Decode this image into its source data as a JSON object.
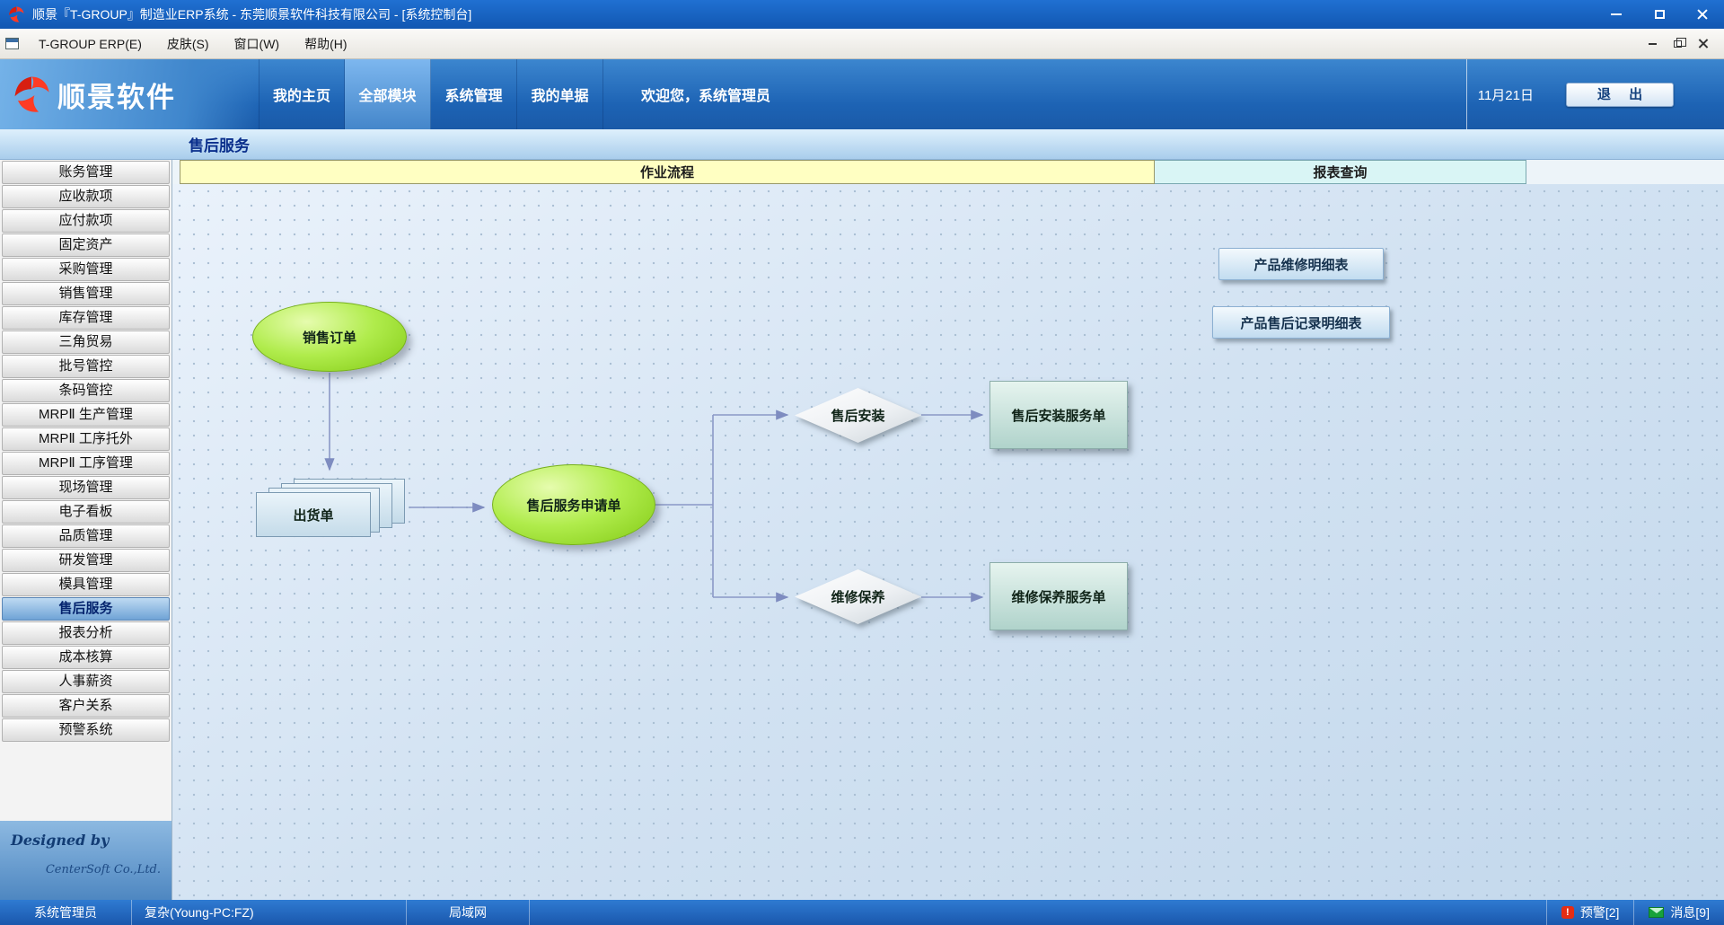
{
  "window": {
    "title": "顺景『T-GROUP』制造业ERP系统 - 东莞顺景软件科技有限公司 - [系统控制台]",
    "logo_text": "顺景软件"
  },
  "menubar": {
    "items": [
      {
        "label": "T-GROUP ERP(E)"
      },
      {
        "label": "皮肤(S)"
      },
      {
        "label": "窗口(W)"
      },
      {
        "label": "帮助(H)"
      }
    ]
  },
  "header": {
    "nav": [
      {
        "label": "我的主页",
        "active": false
      },
      {
        "label": "全部模块",
        "active": true
      },
      {
        "label": "系统管理",
        "active": false
      },
      {
        "label": "我的单据",
        "active": false
      }
    ],
    "welcome": "欢迎您，系统管理员",
    "date": "11月21日",
    "exit_label": "退 出"
  },
  "subheader": {
    "title": "售后服务"
  },
  "sidebar": {
    "items": [
      "账务管理",
      "应收款项",
      "应付款项",
      "固定资产",
      "采购管理",
      "销售管理",
      "库存管理",
      "三角贸易",
      "批号管控",
      "条码管控",
      "MRPⅡ 生产管理",
      "MRPⅡ 工序托外",
      "MRPⅡ 工序管理",
      "现场管理",
      "电子看板",
      "品质管理",
      "研发管理",
      "模具管理",
      "售后服务",
      "报表分析",
      "成本核算",
      "人事薪资",
      "客户关系",
      "预警系统"
    ],
    "active_item": "售后服务",
    "designed_by": "Designed by",
    "company": "CenterSoft Co.,Ltd."
  },
  "tabs": {
    "left": "作业流程",
    "right": "报表查询"
  },
  "flowchart": {
    "nodes": {
      "sales_order": "销售订单",
      "shipment": "出货单",
      "service_request": "售后服务申请单",
      "install_decision": "售后安装",
      "maintain_decision": "维修保养",
      "install_order": "售后安装服务单",
      "maintain_order": "维修保养服务单"
    },
    "reports": [
      "产品维修明细表",
      "产品售后记录明细表"
    ]
  },
  "statusbar": {
    "user": "系统管理员",
    "host": "复杂(Young-PC:FZ)",
    "network": "局域网",
    "alerts": "预警[2]",
    "messages": "消息[9]"
  },
  "colors": {
    "banner_blue": "#2f7bd2",
    "tab_yellow": "#ffffc2",
    "tab_cyan": "#d9f5f5",
    "node_green": "#9ade2c",
    "alert_red": "#e42d14",
    "message_green": "#17a23a"
  }
}
